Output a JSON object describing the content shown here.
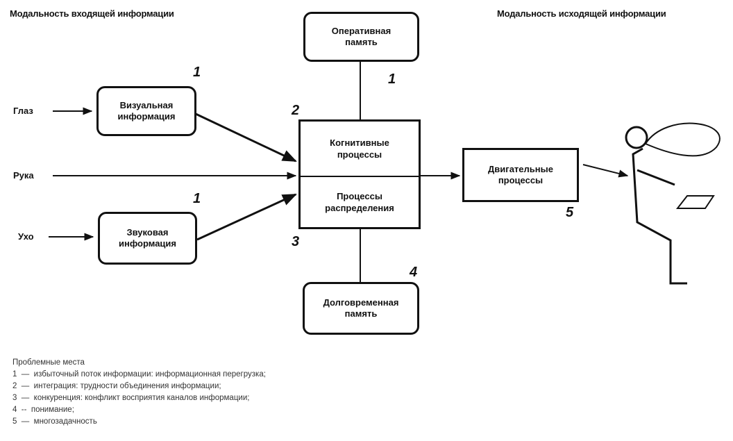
{
  "header": {
    "input_modality": "Модальность входящей информации",
    "output_modality": "Модальность исходящей информации"
  },
  "inputs": {
    "eye": "Глаз",
    "hand": "Рука",
    "ear": "Ухо"
  },
  "boxes": {
    "visual": "Визуальная\nинформация",
    "audio": "Звуковая\nинформация",
    "operative_memory": "Оперативная\nпамять",
    "cognitive": "Когнитивные\nпроцессы",
    "distribution": "Процессы\nраспределения",
    "long_term_memory": "Долговременная\nпамять",
    "motor": "Двигательные\nпроцессы"
  },
  "markers": {
    "visual": "1",
    "audio": "1",
    "operative": "1",
    "cognitive": "2",
    "distribution": "3",
    "long_term": "4",
    "motor": "5"
  },
  "legend": {
    "title": "Проблемные места",
    "items": [
      "1  —  избыточный поток информации: информационная перегрузка;",
      "2  —  интеграция: трудности объединения информации;",
      "3  —  конкуренция: конфликт восприятия каналов информации;",
      "4  --  понимание;",
      "5  —  многозадачность"
    ]
  }
}
